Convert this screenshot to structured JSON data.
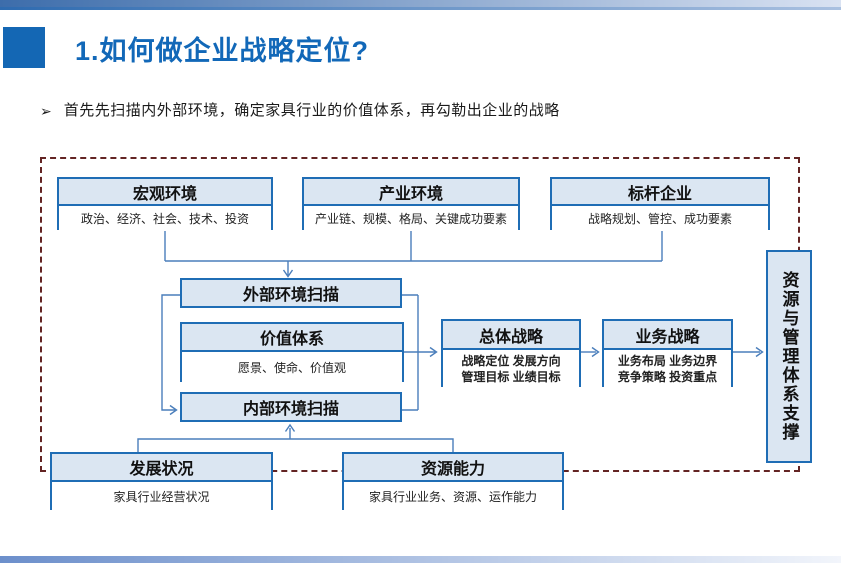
{
  "header": {
    "title": "1.如何做企业战略定位?"
  },
  "bullet": {
    "marker": "➢",
    "text": "首先先扫描内外部环境，确定家具行业的价值体系，再勾勒出企业的战略"
  },
  "diagram": {
    "top_row": [
      {
        "title": "宏观环境",
        "desc": "政治、经济、社会、技术、投资"
      },
      {
        "title": "产业环境",
        "desc": "产业链、规模、格局、关键成功要素"
      },
      {
        "title": "标杆企业",
        "desc": "战略规划、管控、成功要素"
      }
    ],
    "scan": {
      "external": "外部环境扫描",
      "value_system": {
        "title": "价值体系",
        "desc": "愿景、使命、价值观"
      },
      "internal": "内部环境扫描"
    },
    "strategy": [
      {
        "title": "总体战略",
        "line1": "战略定位 发展方向",
        "line2": "管理目标 业绩目标"
      },
      {
        "title": "业务战略",
        "line1": "业务布局 业务边界",
        "line2": "竞争策略 投资重点"
      }
    ],
    "support": "资源与管理体系支撑",
    "bottom_row": [
      {
        "title": "发展状况",
        "desc": "家具行业经营状况"
      },
      {
        "title": "资源能力",
        "desc": "家具行业业务、资源、运作能力"
      }
    ]
  },
  "colors": {
    "title_blue": "#1268b8",
    "box_border": "#1f6db5",
    "box_header_fill": "#dbe6f2",
    "connector": "#4a7ebb",
    "dashed_frame": "#632423"
  }
}
